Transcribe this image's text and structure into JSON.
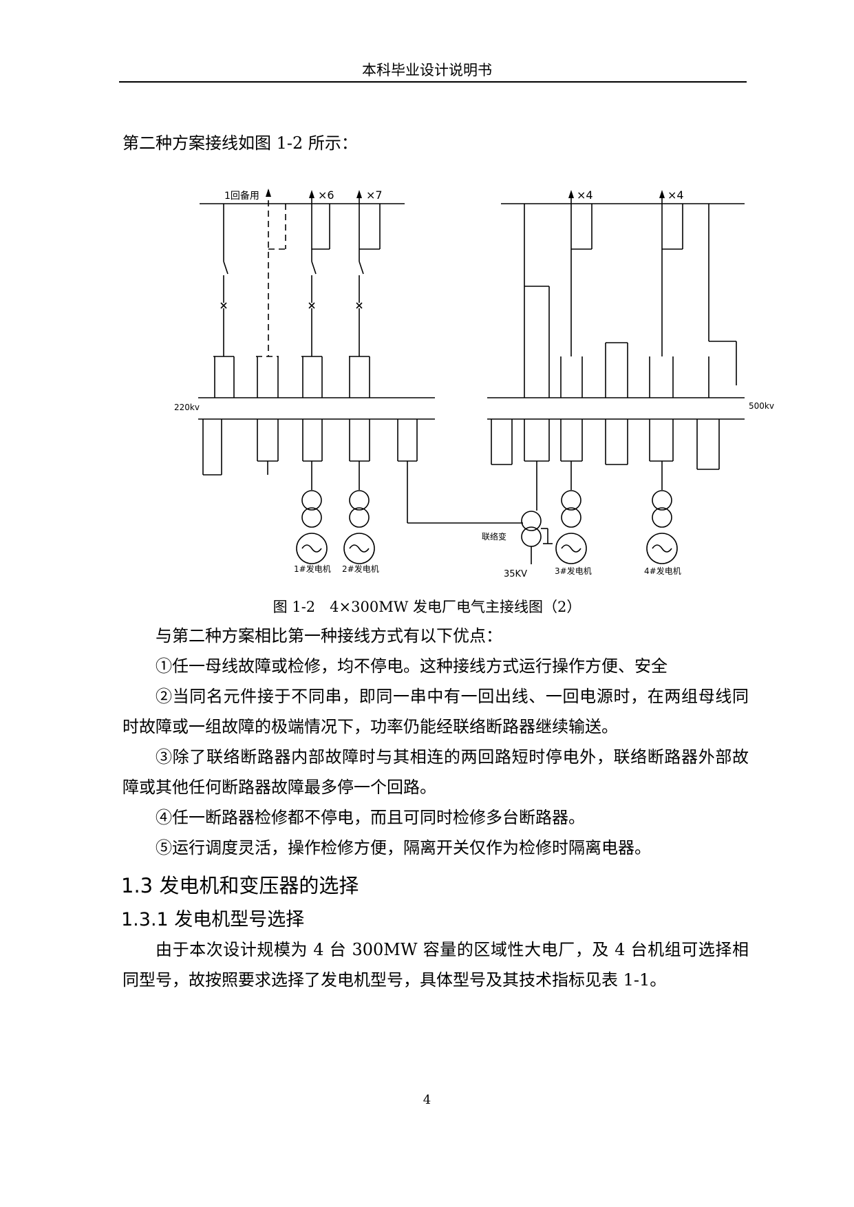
{
  "header": {
    "title": "本科毕业设计说明书"
  },
  "intro": "第二种方案接线如图 1-2 所示：",
  "diagram": {
    "labels": {
      "spare": "1回备用",
      "x6": "×6",
      "x7": "×7",
      "x4_a": "×4",
      "x4_b": "×4",
      "bus_220": "220kv",
      "bus_500": "500kv",
      "gen1": "1#发电机",
      "gen2": "2#发电机",
      "gen3": "3#发电机",
      "gen4": "4#发电机",
      "tie_transformer": "联络变",
      "kv35": "35KV"
    }
  },
  "caption": "图 1-2　4×300MW 发电厂电气主接线图（2）",
  "paragraphs": [
    "与第二种方案相比第一种接线方式有以下优点：",
    "①任一母线故障或检修，均不停电。这种接线方式运行操作方便、安全",
    "②当同名元件接于不同串，即同一串中有一回出线、一回电源时，在两组母线同时故障或一组故障的极端情况下，功率仍能经联络断路器继续输送。",
    "③除了联络断路器内部故障时与其相连的两回路短时停电外，联络断路器外部故障或其他任何断路器故障最多停一个回路。",
    "④任一断路器检修都不停电，而且可同时检修多台断路器。",
    "⑤运行调度灵活，操作检修方便，隔离开关仅作为检修时隔离电器。"
  ],
  "section": {
    "heading": "1.3  发电机和变压器的选择"
  },
  "subsection": {
    "heading": "1.3.1  发电机型号选择"
  },
  "subsection_text": "由于本次设计规模为 4 台 300MW 容量的区域性大电厂，及 4 台机组可选择相同型号，故按照要求选择了发电机型号，具体型号及其技术指标见表 1-1。",
  "page_number": "4"
}
